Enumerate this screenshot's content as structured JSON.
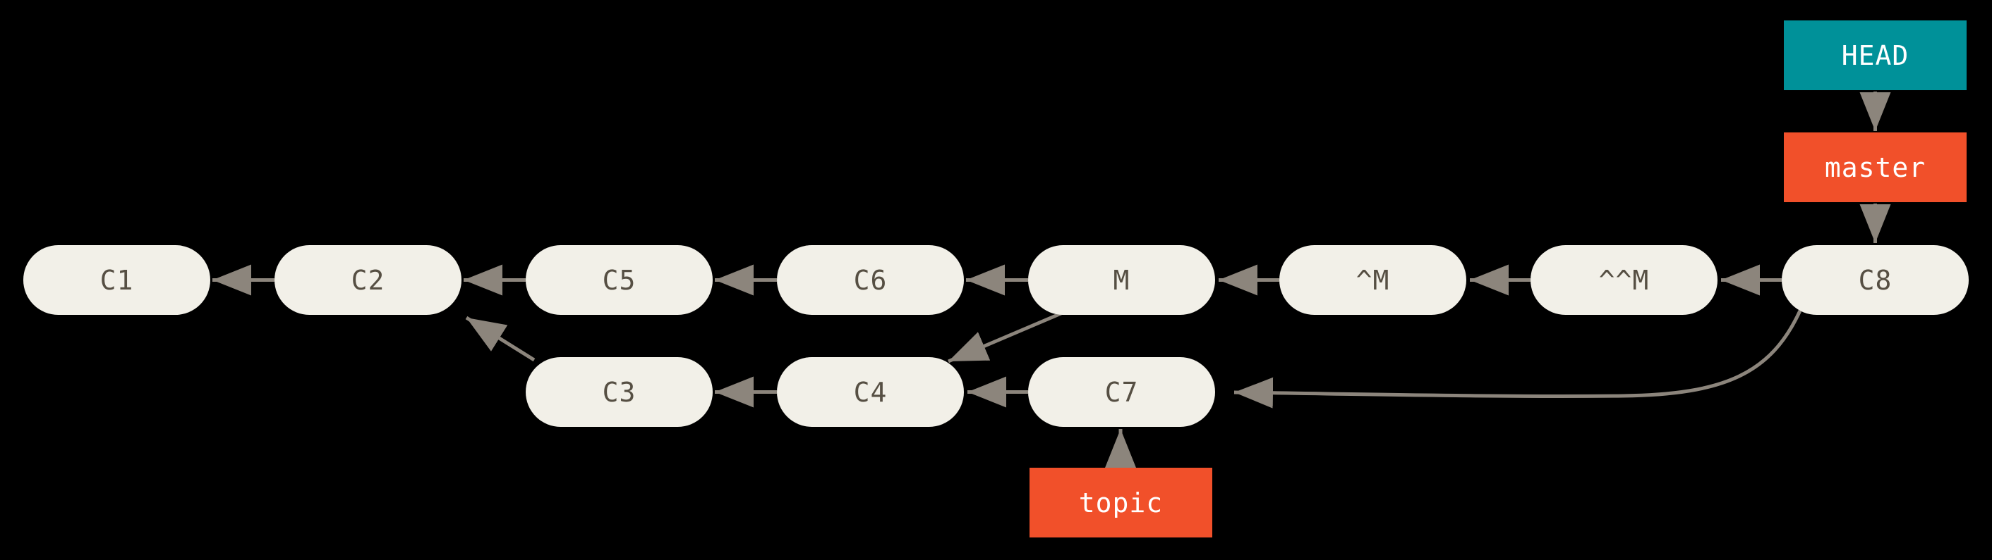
{
  "diagram": {
    "background_color": "#000000",
    "arrow_color": "#8C857C",
    "commit_fill_color": "#F2F0E8",
    "commit_text_color": "#564F43",
    "head_ref_fill_color": "#009199",
    "branch_ref_fill_color": "#F1502A",
    "ref_text_color": "#FFFFFF",
    "commits": {
      "c1": {
        "label": "C1"
      },
      "c2": {
        "label": "C2"
      },
      "c3": {
        "label": "C3"
      },
      "c4": {
        "label": "C4"
      },
      "c5": {
        "label": "C5"
      },
      "c6": {
        "label": "C6"
      },
      "c7": {
        "label": "C7"
      },
      "c8": {
        "label": "C8"
      },
      "m": {
        "label": "M"
      },
      "caret_m": {
        "label": "^M"
      },
      "caret_caret_m": {
        "label": "^^M"
      }
    },
    "refs": {
      "head": {
        "label": "HEAD"
      },
      "master": {
        "label": "master"
      },
      "topic": {
        "label": "topic"
      }
    },
    "edges": [
      {
        "from": "C2",
        "to": "C1"
      },
      {
        "from": "C5",
        "to": "C2"
      },
      {
        "from": "C6",
        "to": "C5"
      },
      {
        "from": "M",
        "to": "C6"
      },
      {
        "from": "M",
        "to": "C4"
      },
      {
        "from": "^M",
        "to": "M"
      },
      {
        "from": "^^M",
        "to": "^M"
      },
      {
        "from": "C8",
        "to": "^^M"
      },
      {
        "from": "C8",
        "to": "C7"
      },
      {
        "from": "C3",
        "to": "C2"
      },
      {
        "from": "C4",
        "to": "C3"
      },
      {
        "from": "C7",
        "to": "C4"
      },
      {
        "from": "HEAD",
        "to": "master"
      },
      {
        "from": "master",
        "to": "C8"
      },
      {
        "from": "topic",
        "to": "C7"
      }
    ]
  }
}
